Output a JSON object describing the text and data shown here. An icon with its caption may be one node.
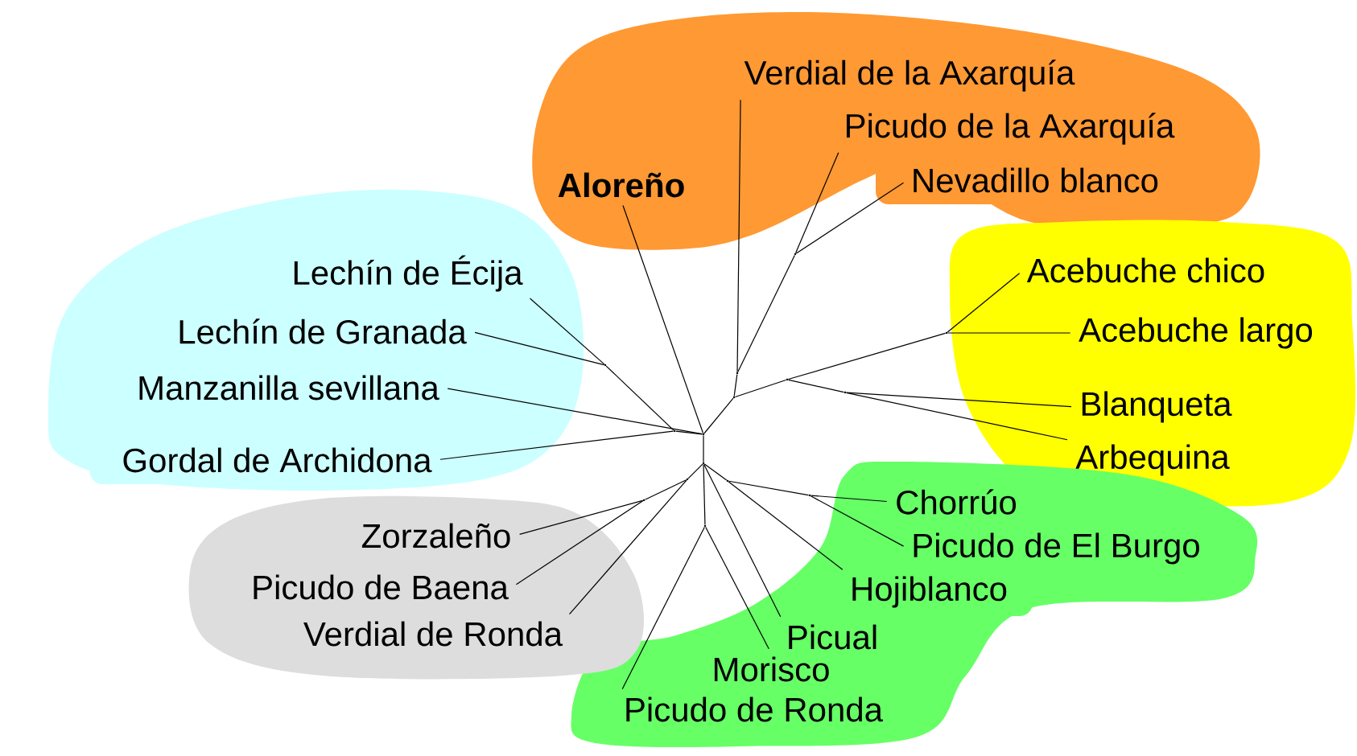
{
  "diagram": {
    "nodes": [
      {
        "text": [],
        "shape": "cloud"
      },
      {
        "text": [
          "Verdial de la Axarquía"
        ],
        "in": 0
      },
      {
        "text": [
          "Picudo de la Axarquía"
        ],
        "in": 0
      },
      {
        "text": [
          "Aloreño"
        ],
        "in": 0
      },
      {
        "text": [
          "Nevadillo blanco"
        ],
        "in": 0
      },
      {
        "text": [],
        "shape": "cloud"
      },
      {
        "text": [
          "Lechín de Écija"
        ],
        "in": 5
      },
      {
        "text": [
          "Lechín de Granada"
        ],
        "in": 5
      },
      {
        "text": [
          "Manzanilla sevillana"
        ],
        "in": 5
      },
      {
        "text": [
          "Gordal de Archidona"
        ],
        "in": 5
      },
      {
        "text": [],
        "shape": "cloud"
      },
      {
        "text": [
          "Acebuche chico"
        ],
        "in": 10
      },
      {
        "text": [
          "Acebuche largo"
        ],
        "in": 10
      },
      {
        "text": [
          "Blanqueta"
        ],
        "in": 10
      },
      {
        "text": [
          "Arbequina"
        ],
        "in": 10
      },
      {
        "text": [],
        "shape": "cloud"
      },
      {
        "text": [
          "Chorrúo"
        ],
        "in": 15
      },
      {
        "text": [
          "Picudo de El Burgo"
        ],
        "in": 15
      },
      {
        "text": [
          "Hojiblanco"
        ],
        "in": 15
      },
      {
        "text": [
          "Picual"
        ],
        "in": 15
      },
      {
        "text": [
          "Morisco"
        ],
        "in": 15
      },
      {
        "text": [
          "Picudo de Ronda"
        ],
        "in": 15
      },
      {
        "text": [],
        "shape": "cloud"
      },
      {
        "text": [
          "Zorzaleño"
        ],
        "in": 22
      },
      {
        "text": [
          "Picudo de Baena"
        ],
        "in": 22
      },
      {
        "text": [
          "Verdial de Ronda"
        ],
        "in": 22
      },
      {
        "text": [],
        "shape": "point"
      },
      {
        "text": [],
        "shape": "point"
      },
      {
        "text": [],
        "shape": "point"
      },
      {
        "text": [],
        "shape": "point"
      },
      {
        "text": [],
        "shape": "point"
      },
      {
        "text": [],
        "shape": "point"
      },
      {
        "text": [],
        "shape": "point"
      },
      {
        "text": [],
        "shape": "point"
      },
      {
        "text": [],
        "shape": "point"
      },
      {
        "text": [],
        "shape": "point"
      },
      {
        "text": [],
        "shape": "point"
      },
      {
        "text": [],
        "shape": "point"
      },
      {
        "text": [],
        "shape": "point"
      },
      {
        "text": [],
        "shape": "point"
      },
      {
        "text": [],
        "shape": "point"
      }
    ],
    "edges": [
      {
        "from": 26,
        "to": 27,
        "arrow": "none"
      },
      {
        "from": 26,
        "to": 28,
        "arrow": "none"
      },
      {
        "from": 26,
        "to": 29,
        "arrow": "none"
      },
      {
        "from": 29,
        "to": 30,
        "arrow": "none"
      },
      {
        "from": 28,
        "to": 31,
        "arrow": "none"
      },
      {
        "from": 31,
        "to": 32,
        "arrow": "none"
      },
      {
        "from": 28,
        "to": 33,
        "arrow": "none"
      },
      {
        "from": 33,
        "to": 34,
        "arrow": "none"
      },
      {
        "from": 33,
        "to": 35,
        "arrow": "none"
      },
      {
        "from": 27,
        "to": 37,
        "arrow": "none"
      },
      {
        "from": 37,
        "to": 36,
        "arrow": "none"
      },
      {
        "from": 27,
        "to": 38,
        "arrow": "none"
      },
      {
        "from": 27,
        "to": 39,
        "arrow": "none"
      },
      {
        "from": 39,
        "to": 40,
        "arrow": "none"
      },
      {
        "from": 26,
        "to": 3,
        "arrow": "none"
      },
      {
        "from": 26,
        "to": 8,
        "arrow": "none"
      },
      {
        "from": 29,
        "to": 9,
        "arrow": "none"
      },
      {
        "from": 30,
        "to": 6,
        "arrow": "none"
      },
      {
        "from": 30,
        "to": 7,
        "arrow": "none"
      },
      {
        "from": 31,
        "to": 1,
        "arrow": "none"
      },
      {
        "from": 32,
        "to": 2,
        "arrow": "none"
      },
      {
        "from": 32,
        "to": 4,
        "arrow": "none"
      },
      {
        "from": 34,
        "to": 11,
        "arrow": "none"
      },
      {
        "from": 34,
        "to": 12,
        "arrow": "none"
      },
      {
        "from": 35,
        "to": 13,
        "arrow": "none"
      },
      {
        "from": 35,
        "to": 14,
        "arrow": "none"
      },
      {
        "from": 36,
        "to": 16,
        "arrow": "none"
      },
      {
        "from": 36,
        "to": 17,
        "arrow": "none"
      },
      {
        "from": 37,
        "to": 18,
        "arrow": "none"
      },
      {
        "from": 27,
        "to": 19,
        "arrow": "none"
      },
      {
        "from": 38,
        "to": 20,
        "arrow": "none"
      },
      {
        "from": 38,
        "to": 21,
        "arrow": "none"
      },
      {
        "from": 40,
        "to": 23,
        "arrow": "none"
      },
      {
        "from": 40,
        "to": 24,
        "arrow": "none"
      },
      {
        "from": 39,
        "to": 25,
        "arrow": "none"
      }
    ]
  }
}
